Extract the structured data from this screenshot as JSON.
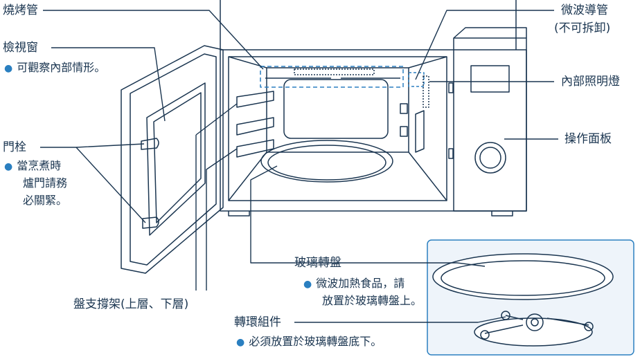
{
  "labels": {
    "grill_tube": "燒烤管",
    "viewing_window": "檢視窗",
    "viewing_window_note": "可觀察內部情形。",
    "door_latch": "門栓",
    "door_latch_note_1": "當烹煮時",
    "door_latch_note_2": "爐門請務",
    "door_latch_note_3": "必關緊。",
    "waveguide_1": "微波導管",
    "waveguide_2": "(不可拆卸)",
    "interior_light": "內部照明燈",
    "control_panel": "操作面板",
    "rack_supports": "盤支撐架(上層、下層)",
    "glass_tray": "玻璃轉盤",
    "glass_tray_note_1": "微波加熱食品，請",
    "glass_tray_note_2": "放置於玻璃轉盤上。",
    "roller_ring": "轉環組件",
    "roller_ring_note": "必須放置於玻璃轉盤底下。"
  },
  "colors": {
    "line": "#1a3550",
    "accent": "#2a7fc0",
    "panel_fill": "#eef4fa"
  }
}
